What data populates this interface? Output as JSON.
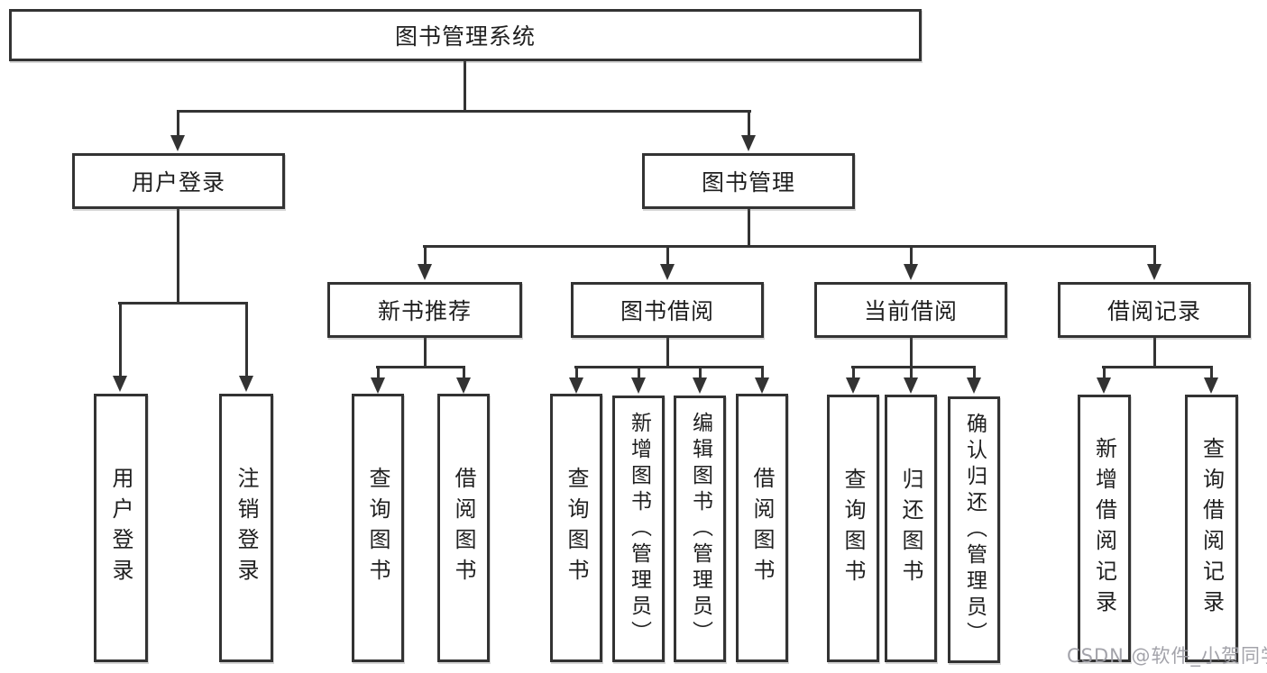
{
  "diagram": {
    "root": {
      "label": "图书管理系统"
    },
    "branches": [
      {
        "label": "用户登录",
        "children": [
          {
            "label": "用户登录"
          },
          {
            "label": "注销登录"
          }
        ]
      },
      {
        "label": "图书管理",
        "children": [
          {
            "label": "新书推荐",
            "children": [
              {
                "label": "查询图书"
              },
              {
                "label": "借阅图书"
              }
            ]
          },
          {
            "label": "图书借阅",
            "children": [
              {
                "label": "查询图书"
              },
              {
                "label": "新增图书（管理员）"
              },
              {
                "label": "编辑图书（管理员）"
              },
              {
                "label": "借阅图书"
              }
            ]
          },
          {
            "label": "当前借阅",
            "children": [
              {
                "label": "查询图书"
              },
              {
                "label": "归还图书"
              },
              {
                "label": "确认归还（管理员）"
              }
            ]
          },
          {
            "label": "借阅记录",
            "children": [
              {
                "label": "新增借阅记录"
              },
              {
                "label": "查询借阅记录"
              }
            ]
          }
        ]
      }
    ]
  },
  "watermark": {
    "text": "CSDN @软件_小贺同学"
  },
  "colors": {
    "line": "#333333",
    "background": "#ffffff",
    "watermark": "#9e9ea5"
  }
}
